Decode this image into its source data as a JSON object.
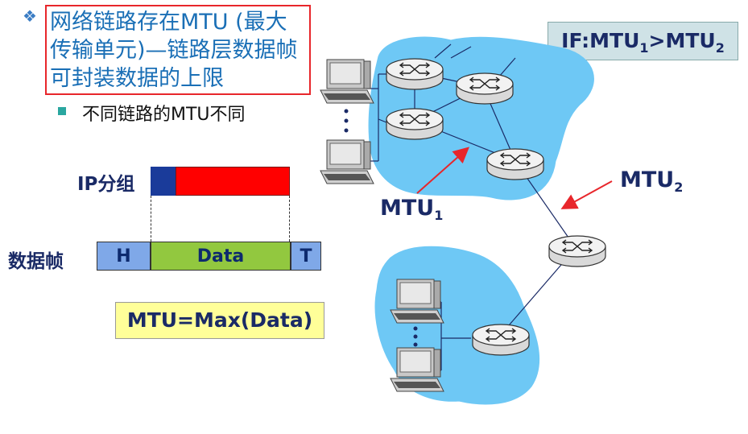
{
  "title": {
    "bullet_icon": "diamond-bullet-icon",
    "text": "网络链路存在MTU (最大传输单元)—链路层数据帧可封装数据的上限"
  },
  "subpoint": {
    "text": "不同链路的MTU不同"
  },
  "ip_packet": {
    "label": "IP分组"
  },
  "data_frame": {
    "label": "数据帧",
    "header": "H",
    "data": "Data",
    "trailer": "T"
  },
  "formula": "MTU=Max(Data)",
  "condition": {
    "prefix": "IF:MTU",
    "sub1": "1",
    "mid": ">MTU",
    "sub2": "2"
  },
  "mtu1": {
    "name": "MTU",
    "sub": "1"
  },
  "mtu2": {
    "name": "MTU",
    "sub": "2"
  },
  "colors": {
    "title_border": "#e8262b",
    "title_text": "#1a6fb6",
    "ip_header": "#1a3b9a",
    "ip_payload": "#ff0000",
    "frame_ht": "#7fa8e8",
    "frame_data": "#92c83f",
    "formula_bg": "#ffff99",
    "condition_bg": "#cfe2e6",
    "network_cloud": "#6ec8f5",
    "arrow": "#e8262b"
  }
}
